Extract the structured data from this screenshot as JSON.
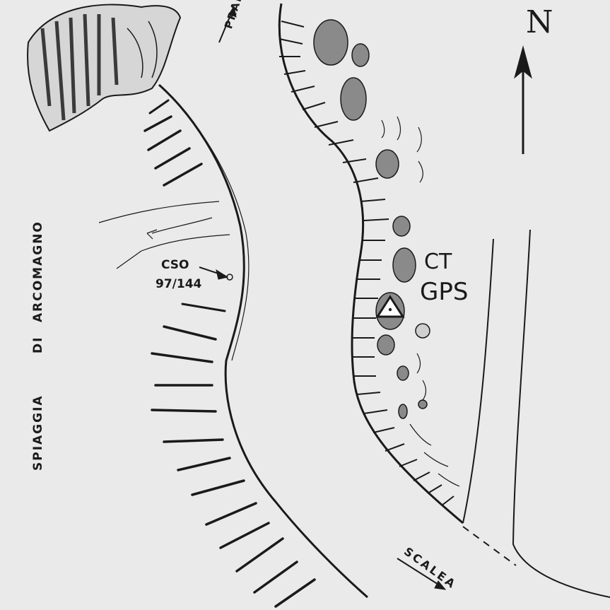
{
  "map": {
    "labels": {
      "north": "N",
      "ct": "CT",
      "gps": "GPS",
      "cso": "CSO",
      "cso_number": "97/144",
      "praia": "PRAIA",
      "scalea": "SCALEA",
      "spiaggia": "SPIAGGIA",
      "di": "DI",
      "arcomagno": "ARCOMAGNO"
    },
    "colors": {
      "background": "#eaeaea",
      "ink": "#1a1a1a",
      "rock": "#8a8a8a"
    },
    "symbols": {
      "gps_station": "triangle-with-dot-icon",
      "north_arrow": "north-arrow-icon"
    }
  }
}
